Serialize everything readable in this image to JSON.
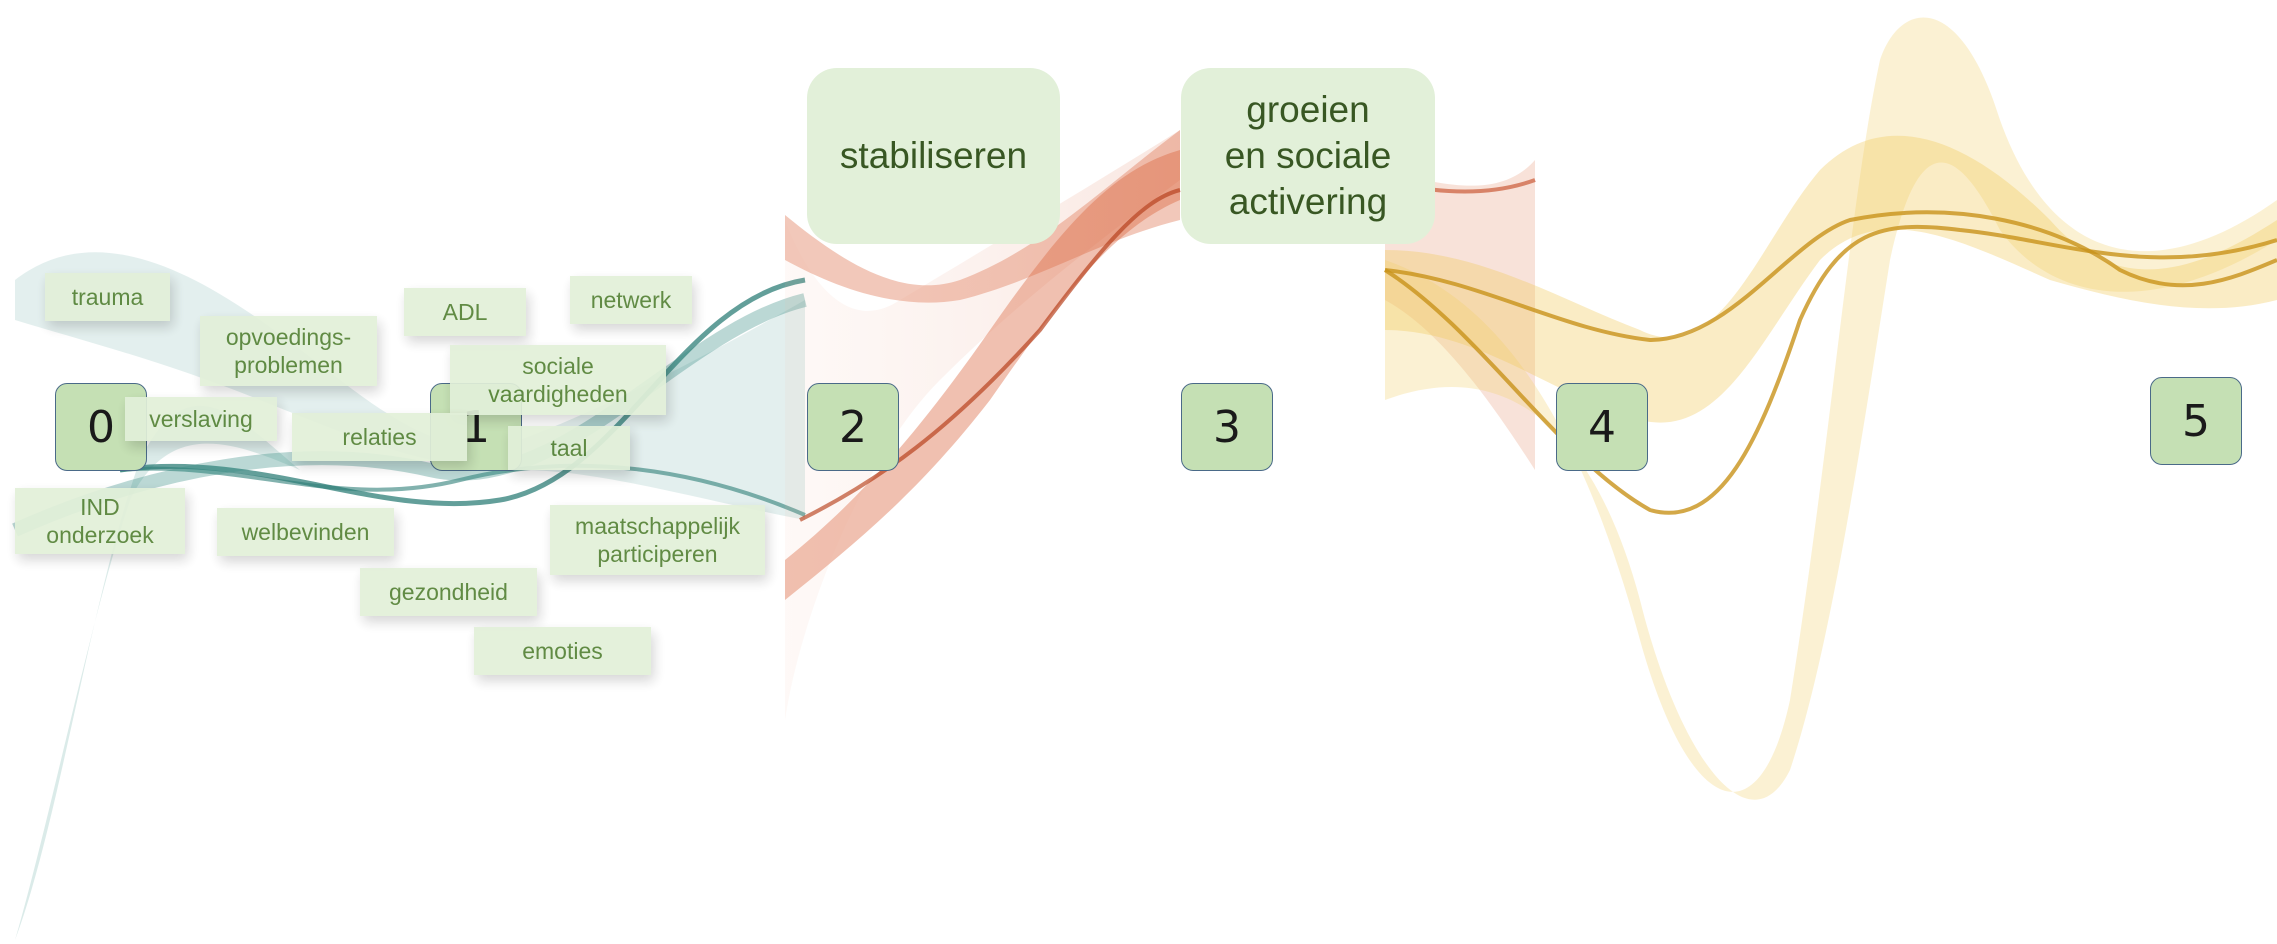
{
  "nodes": [
    {
      "label": "0"
    },
    {
      "label": "1"
    },
    {
      "label": "2"
    },
    {
      "label": "3"
    },
    {
      "label": "4"
    },
    {
      "label": "5"
    }
  ],
  "phases": {
    "stabiliseren": "stabiliseren",
    "groeien": "groeien\nen sociale\nactivering"
  },
  "topics": {
    "trauma": "trauma",
    "opvoedingsproblemen": "opvoedings-\nproblemen",
    "adl": "ADL",
    "netwerk": "netwerk",
    "sociale_vaardigheden": "sociale\nvaardigheden",
    "verslaving": "verslaving",
    "relaties": "relaties",
    "taal": "taal",
    "ind_onderzoek": "IND\nonderzoek",
    "welbevinden": "welbevinden",
    "maatschappelijk_participeren": "maatschappelijk\nparticiperen",
    "gezondheid": "gezondheid",
    "emoties": "emoties"
  },
  "colors": {
    "teal_wave": "#2f7f78",
    "red_wave": "#d9613a",
    "gold_wave": "#e6b422",
    "node_fill": "#c5e0b4",
    "tag_fill": "#e2f0d9",
    "tag_text": "#548235"
  }
}
